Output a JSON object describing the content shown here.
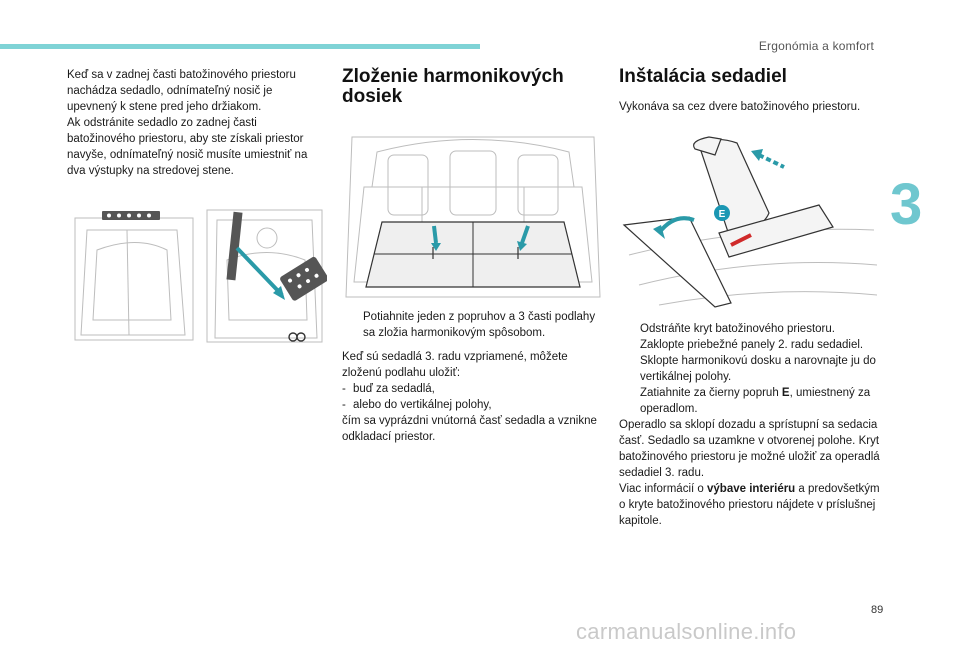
{
  "header": {
    "section": "Ergonómia a komfort",
    "chapter": "3",
    "page": "89"
  },
  "watermark": "carmanualsonline.info",
  "col1": {
    "p1": "Keď sa v zadnej časti batožinového priestoru nachádza sedadlo, odnímateľný nosič je upevnený k stene pred jeho držiakom.",
    "p2": "Ak odstránite sedadlo zo zadnej časti batožinového priestoru, aby ste získali priestor navyše, odnímateľný nosič musíte umiestniť na dva výstupky na stredovej stene."
  },
  "col2": {
    "title": "Zloženie harmonikových dosiek",
    "bullet1": "Potiahnite jeden z popruhov a 3 časti podlahy sa zložia harmonikovým spôsobom.",
    "p1": "Keď sú sedadlá 3. radu vzpriamené, môžete zloženú podlahu uložiť:",
    "dash1": "buď za sedadlá,",
    "dash2": "alebo do vertikálnej polohy,",
    "p2": "čím sa vyprázdni vnútorná časť sedadla a vznikne odkladací priestor."
  },
  "col3": {
    "title": "Inštalácia sedadiel",
    "intro": "Vykonáva sa cez dvere batožinového priestoru.",
    "bullet1": "Odstráňte kryt batožinového priestoru.",
    "bullet2": "Zaklopte priebežné panely 2. radu sedadiel.",
    "bullet3": "Sklopte harmonikovú dosku a narovnajte ju do vertikálnej polohy.",
    "bullet4_a": "Zatiahnite za čierny popruh ",
    "bullet4_b": "E",
    "bullet4_c": ", umiestnený za operadlom.",
    "p1": "Operadlo sa sklopí dozadu a sprístupní sa sedacia časť. Sedadlo sa uzamkne v otvorenej polohe. Kryt batožinového priestoru je možné uložiť za operadlá sedadiel 3. radu.",
    "p2_a": "Viac informácií o ",
    "p2_b": "výbave interiéru",
    "p2_c": " a predovšetkým o kryte batožinového priestoru nájdete v príslušnej kapitole.",
    "label_e": "E"
  },
  "bullet_mark": "",
  "dash_mark": "-",
  "colors": {
    "accent": "#7fd3d6",
    "chapter": "#6fc7cf",
    "arrow": "#2a9aa8",
    "badge": "#1b97b3",
    "strap": "#d02a2a"
  }
}
